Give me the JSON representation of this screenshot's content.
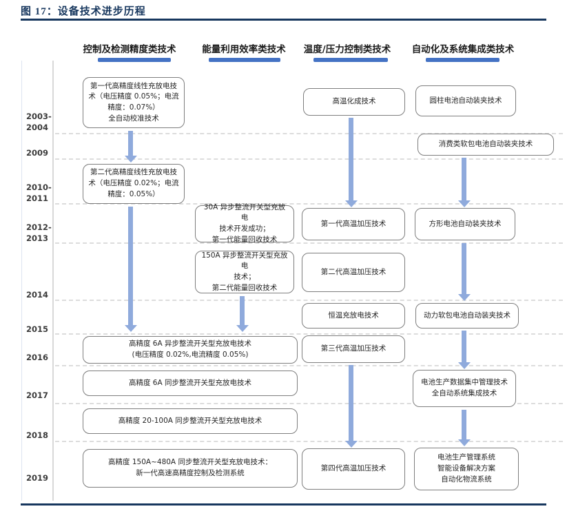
{
  "figure": {
    "title": "图 17：设备技术进步历程"
  },
  "column_headers": [
    "控制及检测精度类技术",
    "能量利用效率类技术",
    "温度/压力控制类技术",
    "自动化及系统集成类技术"
  ],
  "years": [
    "2003-\n2004",
    "2009",
    "2010-\n2011",
    "2012-\n2013",
    "2014",
    "2015",
    "2016",
    "2017",
    "2018",
    "2019"
  ],
  "boxes": {
    "c1b1": "第一代高精度线性充放电技术（电压精度 0.05%；电流精度：0.07%）\n全自动校准技术",
    "c1b2": "第二代高精度线性充放电技术（电压精度 0.02%；电流精度：0.05%）",
    "c1b3": "高精度 6A 异步整流开关型充放电技术\n(电压精度 0.02%,电流精度 0.05%)",
    "c1b4": "高精度 6A 同步整流开关型充放电技术",
    "c1b5": "高精度 20-100A 同步整流开关型充放电技术",
    "c1b6": "高精度 150A~480A 同步整流开关型充放电技术：\n新一代高速高精度控制及检测系统",
    "c2b1": "30A 异步整流开关型充放电\n技术开发成功；\n第一代能量回收技术",
    "c2b2": "150A 异步整流开关型充放电\n技术；\n第二代能量回收技术",
    "c3b1": "高温化成技术",
    "c3b2": "第一代高温加压技术",
    "c3b3": "第二代高温加压技术",
    "c3b4": "恒温充放电技术",
    "c3b5": "第三代高温加压技术",
    "c3b6": "第四代高温加压技术",
    "c4b1": "圆柱电池自动装夹技术",
    "c4b2": "消费类软包电池自动装夹技术",
    "c4b3": "方形电池自动装夹技术",
    "c4b4": "动力软包电池自动装夹技术",
    "c4b5": "电池生产数据集中管理技术\n全自动系统集成技术",
    "c4b6": "电池生产管理系统\n智能设备解决方案\n自动化物流系统"
  },
  "colors": {
    "title_navy": "#17375e",
    "header_bar_blue": "#4472c4",
    "arrow_blue": "#8faadc"
  }
}
